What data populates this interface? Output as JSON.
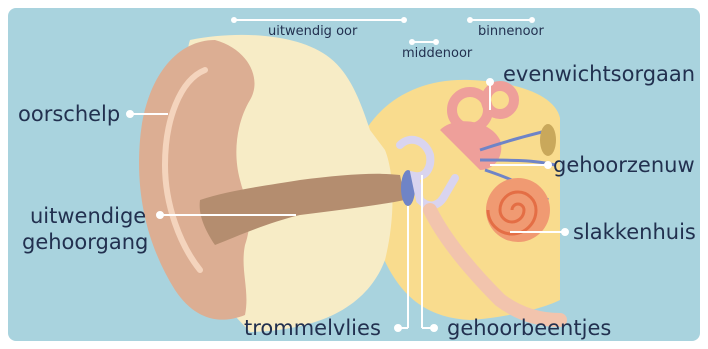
{
  "labels": {
    "uitwendig_oor": "uitwendig oor",
    "middenoor": "middenoor",
    "binnenoor": "binnenoor",
    "evenwichtsorgaan": "evenwichtsorgaan",
    "oorschelp": "oorschelp",
    "gehoorzenuw": "gehoorzenuw",
    "uitwendige_gehoorgang_line1": "uitwendige",
    "uitwendige_gehoorgang_line2": "gehoorgang",
    "slakkenhuis": "slakkenhuis",
    "trommelvlies": "trommelvlies",
    "gehoorbeentjes": "gehoorbeentjes"
  },
  "colors": {
    "background": "#a9d3de",
    "skin_light": "#f7ecc6",
    "skin_outer": "#dcae93",
    "canal": "#b48d6f",
    "inner_yellow": "#f9dc8e",
    "cochlea": "#f09a72",
    "nerve": "#6f84c7",
    "label_text": "#22304f"
  }
}
